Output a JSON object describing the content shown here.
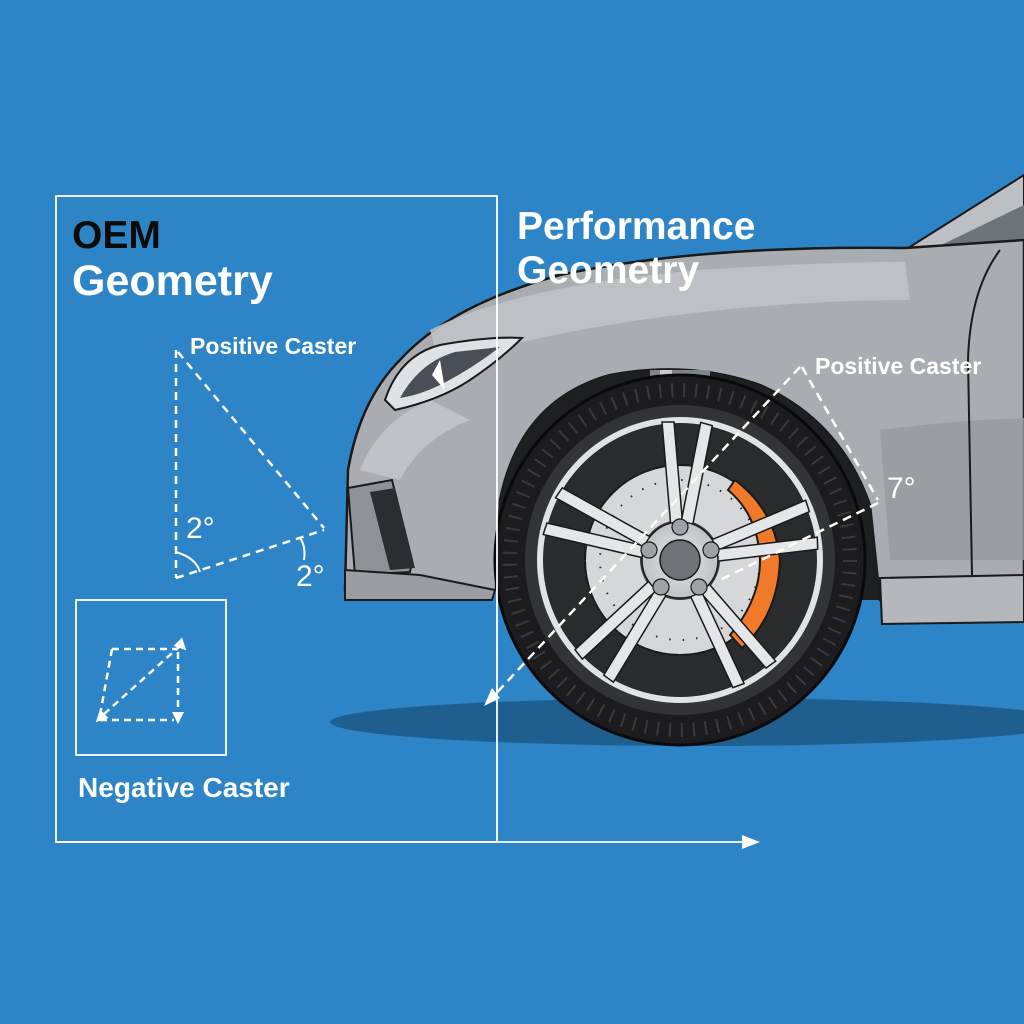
{
  "panels": {
    "oem": {
      "title_line1": "OEM",
      "title_line2": "Geometry",
      "caster_label": "Positive Caster",
      "angle_top": "2°",
      "angle_bottom": "2°"
    },
    "negative": {
      "caster_label": "Negative Caster"
    },
    "performance": {
      "title_line1": "Performance",
      "title_line2": "Geometry",
      "caster_label": "Positive Caster",
      "angle": "7°"
    }
  },
  "colors": {
    "background": "#2d85c8",
    "car_body": "#a9adb2",
    "caliper": "#f07a2a",
    "tire": "#2b2b2d",
    "shadow": "#1f5f8f",
    "line": "#ffffff"
  }
}
